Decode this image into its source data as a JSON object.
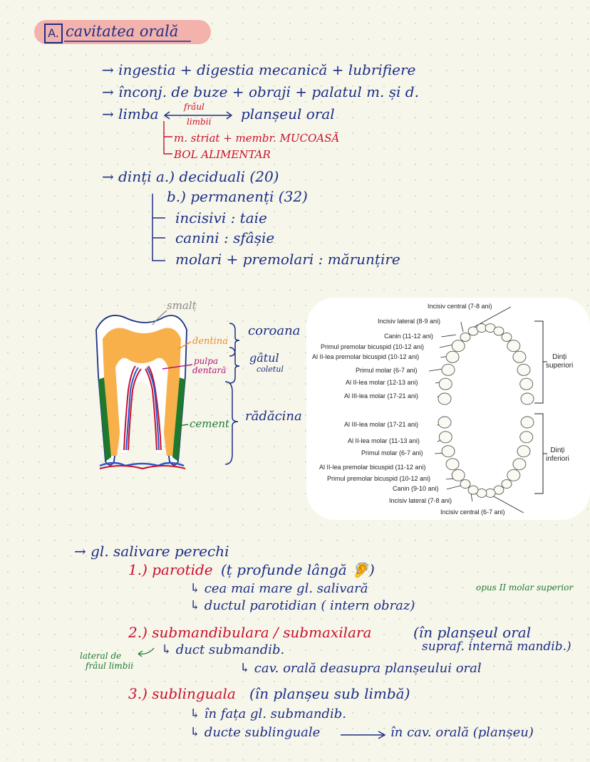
{
  "header": {
    "letter": "A.",
    "title": "cavitatea orală"
  },
  "intro": {
    "line1": "→ ingestia + digestia mecanică + lubrifiere",
    "line2": "→ înconj. de buze + obraji + palatul m. și d.",
    "line3_a": "→ limba",
    "frenulum_top": "frâul",
    "frenulum_bottom": "limbii",
    "line3_b": "planșeul oral",
    "sub1": "m. striat + membr. MUCOASĂ",
    "sub2": "BOL ALIMENTAR"
  },
  "teeth": {
    "line1": "→ dinți  a.) deciduali (20)",
    "line2": "b.) permanenți (32)",
    "l3": "incisivi : taie",
    "l4": "canini : sfâșie",
    "l5": "molari + premolari : mărunțire"
  },
  "tooth_diagram": {
    "smalt": "smalț",
    "dentina": "dentina",
    "pulpa1": "pulpa",
    "pulpa2": "dentară",
    "cement": "cement",
    "coroana": "coroana",
    "gatul": "gâtul",
    "coletul": "coletul",
    "radacina": "rădăcina",
    "colors": {
      "enamel": "#ffffff",
      "dentin": "#f8b04a",
      "cement": "#1d7a2c",
      "vessel_red": "#c8102e",
      "vessel_blue": "#2a55c8"
    }
  },
  "dental_chart": {
    "upper": [
      "Incisiv central (7-8 ani)",
      "Incisiv lateral (8-9 ani)",
      "Canin (11-12 ani)",
      "Primul premolar bicuspid (10-12 ani)",
      "Al II-lea premolar bicuspid (10-12 ani)",
      "Primul molar (6-7 ani)",
      "Al II-lea molar (12-13 ani)",
      "Al III-lea molar (17-21 ani)"
    ],
    "lower": [
      "Al III-lea molar (17-21 ani)",
      "Al II-lea molar (11-13 ani)",
      "Primul molar (6-7 ani)",
      "Al II-lea premolar bicuspid (11-12 ani)",
      "Primul premolar bicuspid (10-12 ani)",
      "Canin (9-10 ani)",
      "Incisiv lateral (7-8 ani)",
      "Incisiv central (6-7 ani)"
    ],
    "upper_group_1": "Dinți",
    "upper_group_2": "superiori",
    "lower_group_1": "Dinți",
    "lower_group_2": "inferiori"
  },
  "glands": {
    "heading": "→ gl. salivare perechi",
    "p_title": "1.) parotide",
    "p_note": "(ț profunde lângă 🦻)",
    "p1": "↳ cea mai mare gl. salivară",
    "p2": "↳ ductul parotidian ( intern obraz)",
    "p_side": "opus II molar superior",
    "s_title": "2.) submandibulara / submaxilara",
    "s_note": "(în planșeul oral",
    "s_note2": "supraf. internă mandib.)",
    "s1": "↳ duct submandib.",
    "s_side1": "lateral de",
    "s_side2": "frâul limbii",
    "s2": "↳ cav. orală deasupra planșeului oral",
    "sl_title": "3.) sublinguala",
    "sl_note": "(în planșeu sub limbă)",
    "sl1": "↳ în fața gl. submandib.",
    "sl2": "↳ ducte sublinguale",
    "sl3": "în cav. orală (planșeu)"
  }
}
